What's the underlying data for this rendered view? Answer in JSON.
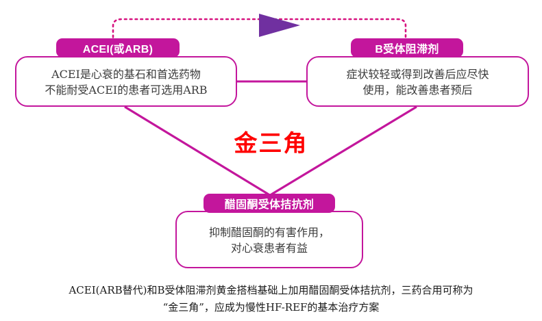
{
  "diagram": {
    "title": "金三角",
    "center_label": "金三角",
    "colors": {
      "accent": "#c3169c",
      "center_text": "#ff0000",
      "marker": "#7030a0",
      "body_text": "#3a3a3a",
      "tab_text": "#ffffff"
    },
    "nodes": [
      {
        "id": "acei",
        "tab_label": "ACEI(或ARB)",
        "body_lines": [
          "ACEI是心衰的基石和首选药物",
          "不能耐受ACEI的患者可选用ARB"
        ]
      },
      {
        "id": "beta-blocker",
        "tab_label": "B受体阻滞剂",
        "body_lines": [
          "症状较轻或得到改善后应尽快",
          "使用，能改善患者预后"
        ]
      },
      {
        "id": "mra",
        "tab_label": "醋固酮受体拮抗剂",
        "body_lines": [
          "抑制醋固酮的有害作用，",
          "对心衰患者有益"
        ]
      }
    ],
    "marker": {
      "name": "purple-triangle-marker",
      "direction": "right"
    }
  },
  "caption": {
    "line1": "ACEI(ARB替代)和B受体阻滞剂黄金搭档基础上加用醋固酮受体拮抗剂，三药合用可称为",
    "line2": "“金三角”，应成为慢性HF-REF的基本治疗方案"
  }
}
